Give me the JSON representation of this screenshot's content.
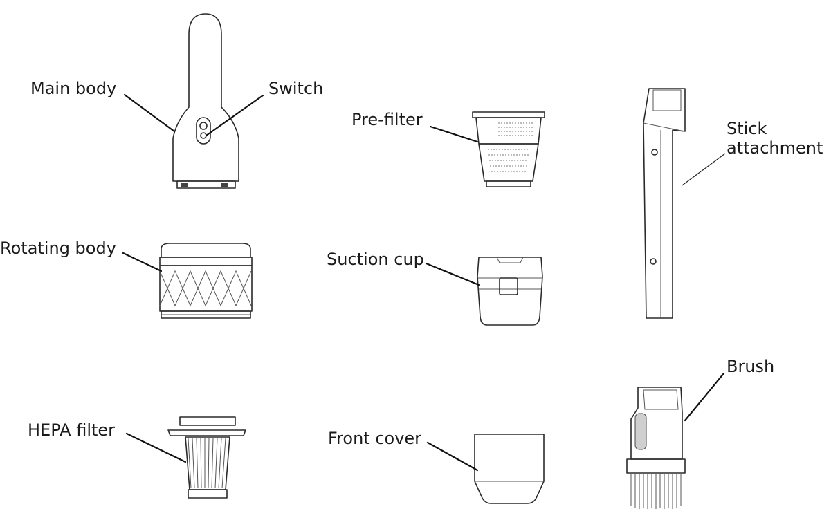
{
  "labels": {
    "main_body": "Main body",
    "switch": "Switch",
    "pre_filter": "Pre-filter",
    "stick_attachment_line1": "Stick",
    "stick_attachment_line2": "attachment",
    "rotating_body": "Rotating body",
    "suction_cup": "Suction cup",
    "hepa_filter": "HEPA filter",
    "front_cover": "Front cover",
    "brush": "Brush"
  }
}
